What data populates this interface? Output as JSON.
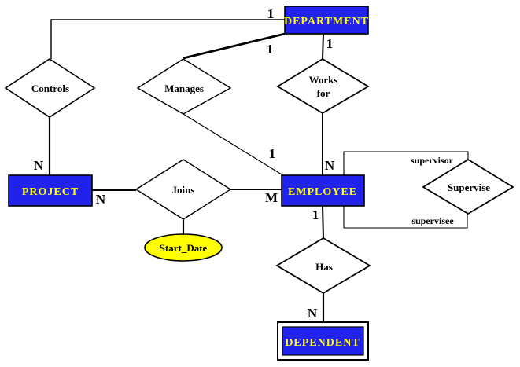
{
  "diagram": {
    "entities": {
      "department": {
        "label": "DEPARTMENT"
      },
      "project": {
        "label": "PROJECT"
      },
      "employee": {
        "label": "EMPLOYEE"
      },
      "dependent": {
        "label": "DEPENDENT",
        "weak": true
      }
    },
    "relationships": {
      "controls": {
        "label": "Controls"
      },
      "manages": {
        "label": "Manages"
      },
      "works_for": {
        "line1": "Works",
        "line2": "for"
      },
      "joins": {
        "label": "Joins"
      },
      "supervise": {
        "label": "Supervise"
      },
      "has": {
        "label": "Has"
      }
    },
    "attributes": {
      "start_date": {
        "label": "Start_Date"
      }
    },
    "roles": {
      "supervisor": "supervisor",
      "supervisee": "supervisee"
    },
    "cardinalities": {
      "department_controls": "1",
      "controls_project": "N",
      "department_manages": "1",
      "manages_employee": "1",
      "department_works_for": "1",
      "works_for_employee": "N",
      "project_joins": "N",
      "joins_employee": "M",
      "employee_has": "1",
      "has_dependent": "N"
    },
    "connections": [
      {
        "from": "DEPARTMENT",
        "to": "Controls",
        "cardinality": "1"
      },
      {
        "from": "Controls",
        "to": "PROJECT",
        "cardinality": "N"
      },
      {
        "from": "DEPARTMENT",
        "to": "Manages",
        "cardinality": "1"
      },
      {
        "from": "Manages",
        "to": "EMPLOYEE",
        "cardinality": "1"
      },
      {
        "from": "DEPARTMENT",
        "to": "Works for",
        "cardinality": "1"
      },
      {
        "from": "Works for",
        "to": "EMPLOYEE",
        "cardinality": "N"
      },
      {
        "from": "PROJECT",
        "to": "Joins",
        "cardinality": "N"
      },
      {
        "from": "Joins",
        "to": "EMPLOYEE",
        "cardinality": "M"
      },
      {
        "from": "Joins",
        "to": "Start_Date",
        "cardinality": ""
      },
      {
        "from": "EMPLOYEE",
        "to": "Has",
        "cardinality": "1"
      },
      {
        "from": "Has",
        "to": "DEPENDENT",
        "cardinality": "N"
      },
      {
        "from": "EMPLOYEE",
        "to": "Supervise",
        "role": "supervisor"
      },
      {
        "from": "EMPLOYEE",
        "to": "Supervise",
        "role": "supervisee"
      }
    ],
    "colors": {
      "entity_fill": "#2222ee",
      "entity_text": "#ffff00",
      "attribute_fill": "#ffff00",
      "line": "#000000",
      "background": "#ffffff"
    }
  }
}
